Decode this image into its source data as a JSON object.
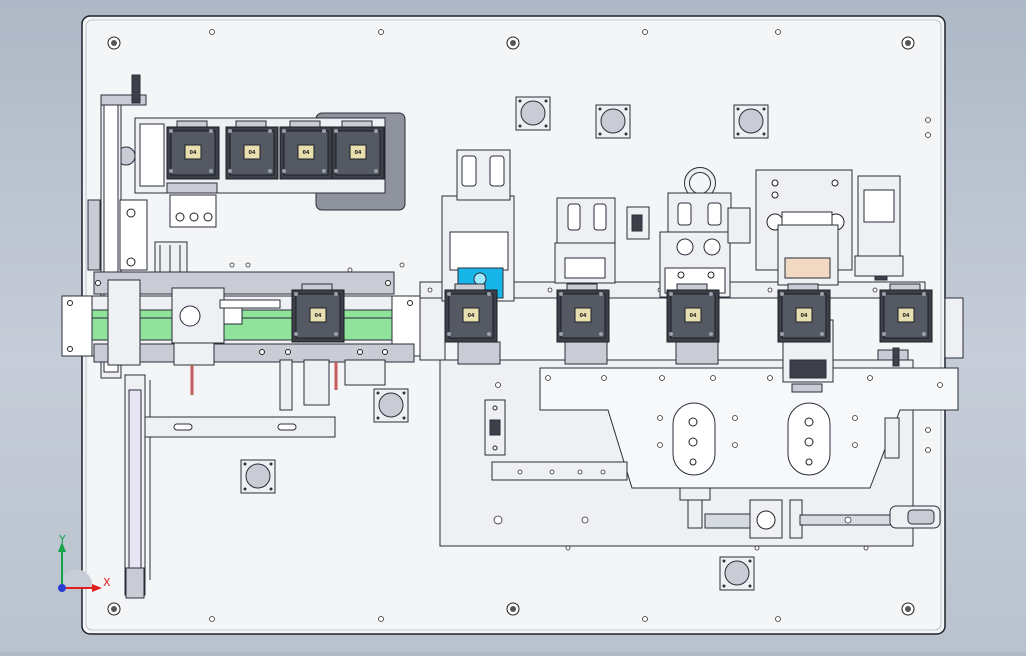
{
  "viewport": {
    "background_colors": [
      "#aeb8c6",
      "#c6cdd8"
    ],
    "accent_colors": {
      "rail": "#8fe39a",
      "sensor": "#18b6e8",
      "module_dark": "#3d4048",
      "chip_face": "#e7dfb0",
      "side_cover": "#8f939e"
    }
  },
  "modules": {
    "chip_label": "04"
  },
  "triad": {
    "y_label": "Y",
    "x_label": "X",
    "colors": {
      "x": "#e02020",
      "y": "#17a34a",
      "z": "#2a3bd6"
    }
  }
}
